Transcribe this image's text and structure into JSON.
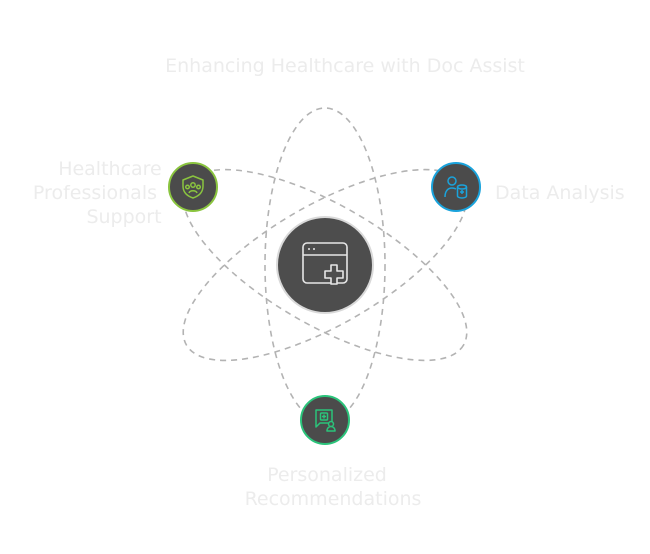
{
  "title": "Enhancing Healthcare with Doc Assist",
  "center": {
    "icon": "browser-window-plus-icon"
  },
  "nodes": [
    {
      "id": "professionals",
      "label": "Healthcare Professionals Support",
      "lines": [
        "Healthcare",
        "Professionals",
        "Support"
      ],
      "icon": "shield-people-icon",
      "color": "#8ac43f"
    },
    {
      "id": "analysis",
      "label": "Data Analysis",
      "lines": [
        "Data Analysis"
      ],
      "icon": "person-database-icon",
      "color": "#1aa3dc"
    },
    {
      "id": "recommendations",
      "label": "Personalized Recommendations",
      "lines": [
        "Personalized",
        "Recommendations"
      ],
      "icon": "medical-chat-person-icon",
      "color": "#2bc47b"
    }
  ],
  "colors": {
    "orbit": "#b3b3b3",
    "node_fill": "#4b4b4b",
    "center_fill": "#4d4d4d",
    "text": "#ececec"
  }
}
